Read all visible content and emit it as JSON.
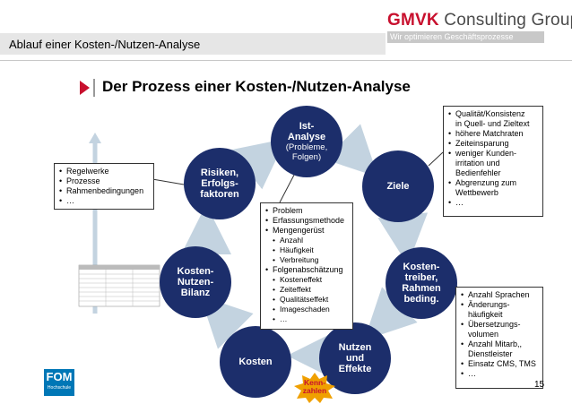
{
  "header": {
    "logo_name_gm": "GMVK",
    "logo_name_rest": " Consulting Group",
    "logo_tagline": "Wir optimieren Geschäftsprozesse",
    "title": "Ablauf einer Kosten-/Nutzen-Analyse"
  },
  "heading": "Der Prozess einer Kosten-/Nutzen-Analyse",
  "nodes": {
    "ist_title": "Ist-\nAnalyse",
    "ist_sub": "(Probleme,\nFolgen)",
    "ziele": "Ziele",
    "kostentreiber": "Kosten-\ntreiber,\nRahmen\nbeding.",
    "nutzen": "Nutzen\nund\nEffekte",
    "kosten": "Kosten",
    "bilanz": "Kosten-\nNutzen-\nBilanz",
    "risiken": "Risiken,\nErfolgs-\nfaktoren"
  },
  "badge": "Kenn-\nzahlen",
  "boxes": {
    "left": [
      "Regelwerke",
      "Prozesse",
      "Rahmenbedingungen",
      "…"
    ],
    "ziele": [
      {
        "t": "Qualität/Konsistenz",
        "k": "b"
      },
      {
        "t": "in Quell- und Zieltext",
        "k": "c"
      },
      {
        "t": "höhere Matchraten",
        "k": "b"
      },
      {
        "t": "Zeiteinsparung",
        "k": "b"
      },
      {
        "t": "weniger Kunden-",
        "k": "b"
      },
      {
        "t": "irritation und",
        "k": "c"
      },
      {
        "t": "Bedienfehler",
        "k": "c"
      },
      {
        "t": "Abgrenzung zum",
        "k": "b"
      },
      {
        "t": "Wettbewerb",
        "k": "c"
      },
      {
        "t": "…",
        "k": "b"
      }
    ],
    "ist": [
      {
        "t": "Problem",
        "k": "b"
      },
      {
        "t": "Erfassungsmethode",
        "k": "b"
      },
      {
        "t": "Mengengerüst",
        "k": "b"
      },
      {
        "t": "Anzahl",
        "k": "s"
      },
      {
        "t": "Häufigkeit",
        "k": "s"
      },
      {
        "t": "Verbreitung",
        "k": "s"
      },
      {
        "t": "Folgenabschätzung",
        "k": "b"
      },
      {
        "t": "Kosteneffekt",
        "k": "s"
      },
      {
        "t": "Zeiteffekt",
        "k": "s"
      },
      {
        "t": "Qualitätseffekt",
        "k": "s"
      },
      {
        "t": "Imageschaden",
        "k": "s"
      },
      {
        "t": "…",
        "k": "s"
      }
    ],
    "kostentreiber": [
      {
        "t": "Anzahl Sprachen",
        "k": "b"
      },
      {
        "t": "Änderungs-",
        "k": "b"
      },
      {
        "t": "häufigkeit",
        "k": "c"
      },
      {
        "t": "Übersetzungs-",
        "k": "b"
      },
      {
        "t": "volumen",
        "k": "c"
      },
      {
        "t": "Anzahl Mitarb,,",
        "k": "b"
      },
      {
        "t": "Dienstleister",
        "k": "c"
      },
      {
        "t": "Einsatz CMS, TMS",
        "k": "b"
      },
      {
        "t": "…",
        "k": "b"
      }
    ]
  },
  "footer": {
    "fom": "FOM",
    "fom_sub": "Hochschule",
    "page_number": "15"
  },
  "colors": {
    "node": "#1c2e6b",
    "arrow": "#c3d3e0",
    "accent_red": "#c8102e",
    "badge": "#f0a000"
  }
}
